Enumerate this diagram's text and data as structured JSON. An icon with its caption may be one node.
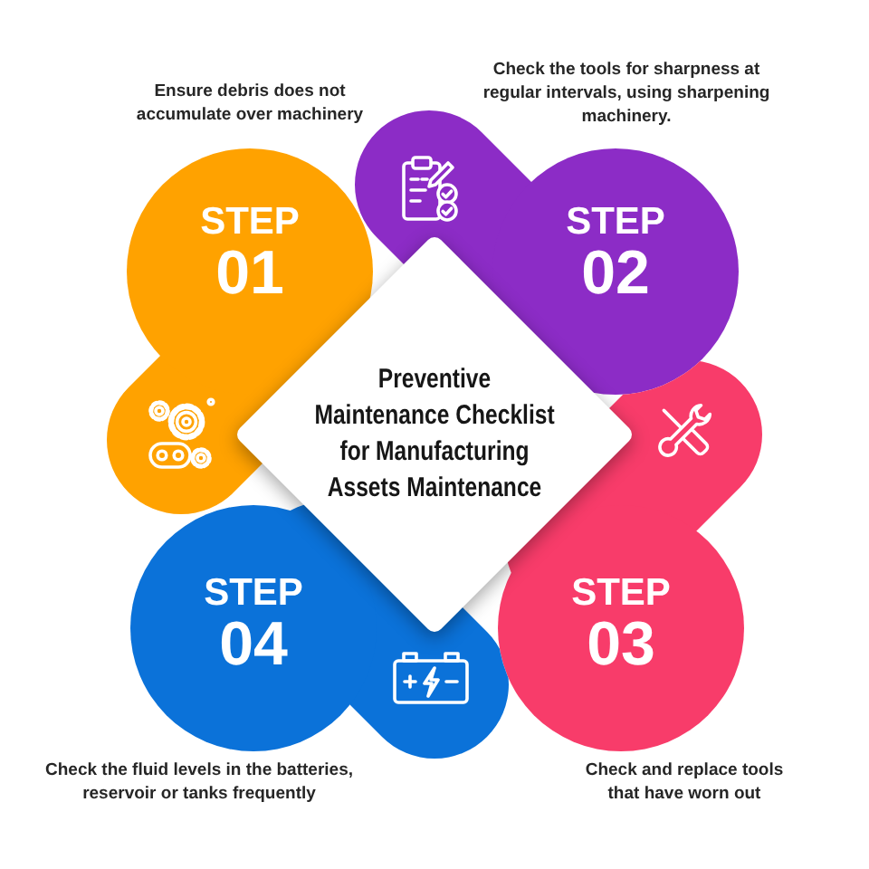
{
  "diagram": {
    "nodes": [
      {
        "text": [
          "Preventive Maintenance Checklist for Manufacturing Assets Maintenance"
        ]
      },
      {
        "text": [
          "STEP",
          "01"
        ],
        "beside": [
          "Ensure debris does not accumulate over machinery"
        ]
      },
      {
        "text": [
          "STEP",
          "02"
        ],
        "beside": [
          "Check the tools for sharpness at regular intervals, using sharpening machinery."
        ]
      },
      {
        "text": [
          "STEP",
          "03"
        ],
        "beside": [
          "Check and replace tools that have worn out"
        ]
      },
      {
        "text": [
          "STEP",
          "04"
        ],
        "beside": [
          "Check the fluid levels in the batteries, reservoir or tanks frequently"
        ]
      }
    ]
  }
}
